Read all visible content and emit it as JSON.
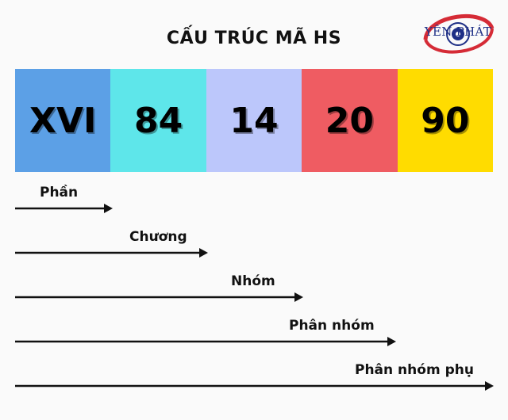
{
  "title": "CẤU TRÚC MÃ HS",
  "logo": {
    "text": "YÊN PHÁT",
    "ring_color": "#d52b36",
    "text_color": "#1e2f86"
  },
  "segments": [
    {
      "code": "XVI",
      "color": "#5ca0e6"
    },
    {
      "code": "84",
      "color": "#5ee6ea"
    },
    {
      "code": "14",
      "color": "#bcc7fb"
    },
    {
      "code": "20",
      "color": "#ef5c62"
    },
    {
      "code": "90",
      "color": "#ffdc00"
    }
  ],
  "levels": [
    {
      "label": "Phần",
      "spans": 1
    },
    {
      "label": "Chương",
      "spans": 2
    },
    {
      "label": "Nhóm",
      "spans": 3
    },
    {
      "label": "Phân nhóm",
      "spans": 4
    },
    {
      "label": "Phân nhóm phụ",
      "spans": 5
    }
  ]
}
